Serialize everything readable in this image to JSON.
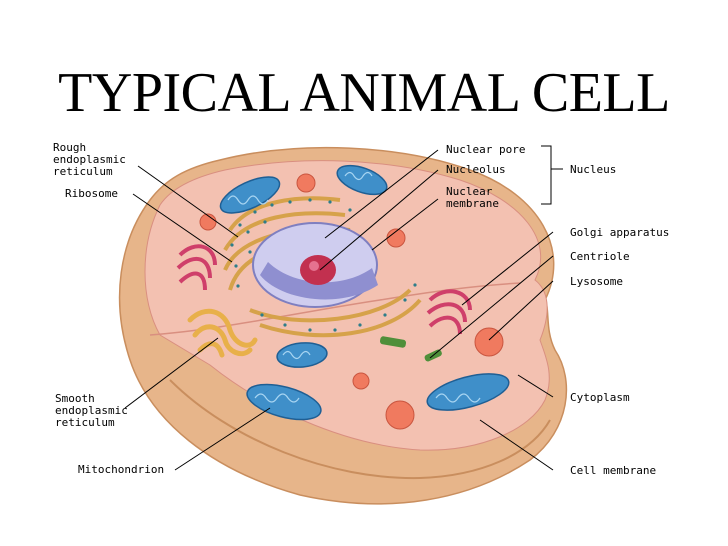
{
  "title": "TYPICAL ANIMAL CELL",
  "labels": {
    "rough_er": [
      "Rough",
      "endoplasmic",
      "reticulum"
    ],
    "ribosome": "Ribosome",
    "smooth_er": [
      "Smooth",
      "endoplasmic",
      "reticulum"
    ],
    "mitochondrion": "Mitochondrion",
    "nuclear_pore": "Nuclear pore",
    "nucleolus": "Nucleolus",
    "nuclear_membrane": [
      "Nuclear",
      "membrane"
    ],
    "nucleus": "Nucleus",
    "golgi": "Golgi apparatus",
    "centriole": "Centriole",
    "lysosome": "Lysosome",
    "cytoplasm": "Cytoplasm",
    "cell_membrane": "Cell membrane"
  },
  "colors": {
    "cell_outer": "#e8b98f",
    "cytoplasm": "#f4c3b3",
    "mitochondria": "#3f8fc9",
    "nucleus": "#b7b5e6",
    "nucleolus": "#c2304f",
    "golgi": "#e8b04a",
    "lysosome": "#f07a5f"
  }
}
